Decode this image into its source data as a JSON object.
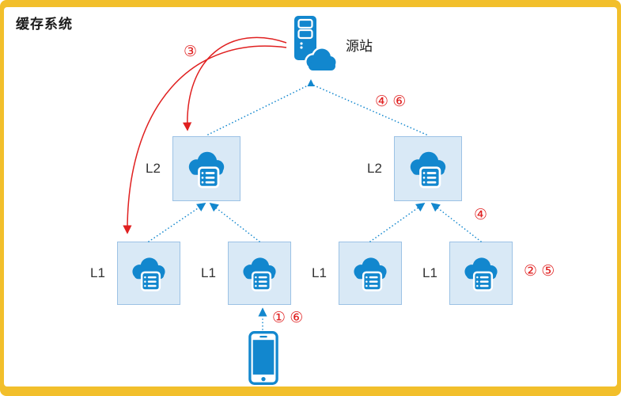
{
  "title": "缓存系统",
  "origin": {
    "label": "源站",
    "icon": "origin-server-cloud-icon"
  },
  "nodes": [
    {
      "id": "l2-left",
      "tier": "L2",
      "label": "L2"
    },
    {
      "id": "l2-right",
      "tier": "L2",
      "label": "L2"
    },
    {
      "id": "l1-1",
      "tier": "L1",
      "label": "L1"
    },
    {
      "id": "l1-2",
      "tier": "L1",
      "label": "L1"
    },
    {
      "id": "l1-3",
      "tier": "L1",
      "label": "L1"
    },
    {
      "id": "l1-4",
      "tier": "L1",
      "label": "L1"
    }
  ],
  "client": {
    "icon": "smartphone-icon"
  },
  "annotations": [
    {
      "id": "step-3",
      "text": "③"
    },
    {
      "id": "step-4-6",
      "text": "④ ⑥"
    },
    {
      "id": "step-4",
      "text": "④"
    },
    {
      "id": "step-2-5",
      "text": "② ⑤"
    },
    {
      "id": "step-1-6",
      "text": "① ⑥"
    }
  ],
  "colors": {
    "blue": "#1287CE",
    "box_fill": "#D9E9F6",
    "box_border": "#9CC2E5",
    "red": "#E02020",
    "frame_yellow": "#F2BF2B"
  }
}
